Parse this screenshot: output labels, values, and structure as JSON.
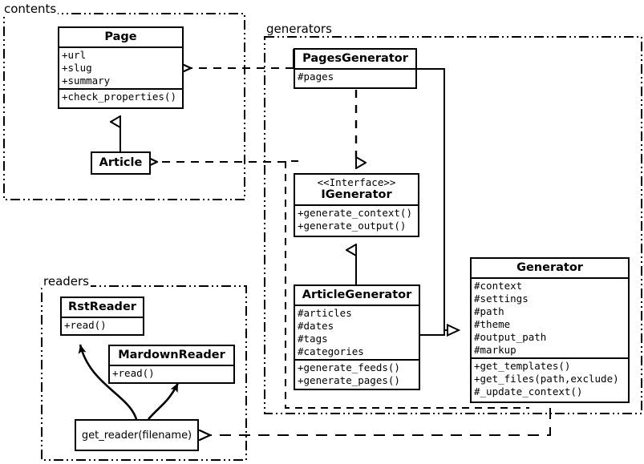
{
  "diagram": {
    "type": "uml-class-diagram",
    "packages": [
      {
        "id": "contents",
        "label": "contents"
      },
      {
        "id": "generators",
        "label": "generators"
      },
      {
        "id": "readers",
        "label": "readers"
      }
    ],
    "classes": [
      {
        "id": "page",
        "name": "Page",
        "stereotype": "",
        "package": "contents",
        "attributes": [
          "+url",
          "+slug",
          "+summary"
        ],
        "operations": [
          "+check_properties()"
        ]
      },
      {
        "id": "article",
        "name": "Article",
        "stereotype": "",
        "package": "contents",
        "attributes": [],
        "operations": []
      },
      {
        "id": "pagesgenerator",
        "name": "PagesGenerator",
        "stereotype": "",
        "package": "generators",
        "attributes": [
          "#pages"
        ],
        "operations": []
      },
      {
        "id": "igenerator",
        "name": "IGenerator",
        "stereotype": "<<Interface>>",
        "package": "generators",
        "attributes": [],
        "operations": [
          "+generate_context()",
          "+generate_output()"
        ]
      },
      {
        "id": "articlegenerator",
        "name": "ArticleGenerator",
        "stereotype": "",
        "package": "generators",
        "attributes": [
          "#articles",
          "#dates",
          "#tags",
          "#categories"
        ],
        "operations": [
          "+generate_feeds()",
          "+generate_pages()"
        ]
      },
      {
        "id": "generator",
        "name": "Generator",
        "stereotype": "",
        "package": "generators",
        "attributes": [
          "#context",
          "#settings",
          "#path",
          "#theme",
          "#output_path",
          "#markup"
        ],
        "operations": [
          "+get_templates()",
          "+get_files(path,exclude)",
          "#_update_context()"
        ]
      },
      {
        "id": "rstreader",
        "name": "RstReader",
        "stereotype": "",
        "package": "readers",
        "attributes": [],
        "operations": [
          "+read()"
        ]
      },
      {
        "id": "mardownreader",
        "name": "MardownReader",
        "stereotype": "",
        "package": "readers",
        "attributes": [],
        "operations": [
          "+read()"
        ]
      }
    ],
    "functions": [
      {
        "id": "get_reader",
        "label": "get_reader(filename)",
        "package": "readers"
      }
    ],
    "relations": [
      {
        "from": "article",
        "to": "page",
        "kind": "generalization"
      },
      {
        "from": "pagesgenerator",
        "to": "igenerator",
        "kind": "realization"
      },
      {
        "from": "articlegenerator",
        "to": "igenerator",
        "kind": "generalization"
      },
      {
        "from": "pagesgenerator",
        "to": "generator",
        "kind": "generalization"
      },
      {
        "from": "articlegenerator",
        "to": "generator",
        "kind": "generalization"
      },
      {
        "from": "generators",
        "to": "page",
        "kind": "dependency"
      },
      {
        "from": "generators",
        "to": "article",
        "kind": "dependency"
      },
      {
        "from": "generator",
        "to": "get_reader",
        "kind": "dependency"
      },
      {
        "from": "get_reader",
        "to": "rstreader",
        "kind": "flow"
      },
      {
        "from": "get_reader",
        "to": "mardownreader",
        "kind": "flow"
      }
    ],
    "colors": {
      "line": "#000000",
      "fill": "#ffffff",
      "text": "#000000"
    }
  }
}
